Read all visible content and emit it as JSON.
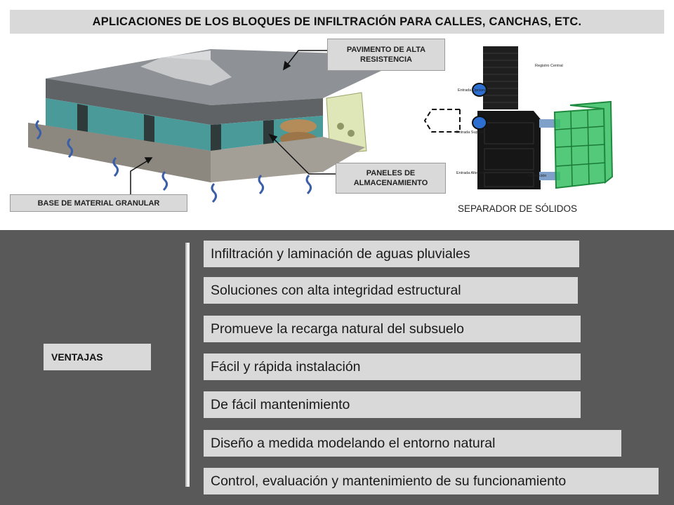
{
  "title": "APLICACIONES DE LOS BLOQUES DE INFILTRACIÓN PARA CALLES, CANCHAS, ETC.",
  "callouts": {
    "pavimento": "PAVIMENTO DE ALTA RESISTENCIA",
    "paneles": "PANELES DE ALMACENAMIENTO",
    "base": "BASE DE MATERIAL GRANULAR"
  },
  "separator_caption": "SEPARADOR DE SÓLIDOS",
  "separator_labels": {
    "registro": "Registro Central",
    "entrada_opcional": "Entrada Opcional",
    "entrada_superior": "Entrada Superior",
    "entrada_alternativa": "Entrada Alternativa",
    "inspeccion": "Inspección"
  },
  "ventajas_label": "VENTAJAS",
  "advantages": [
    "Infiltración y laminación de aguas pluviales",
    "Soluciones con alta integridad estructural",
    "Promueve la recarga natural del subsuelo",
    "Fácil y rápida instalación",
    "De fácil mantenimiento",
    "Diseño a medida modelando el entorno natural",
    "Control, evaluación y mantenimiento de su funcionamiento"
  ],
  "colors": {
    "panel_bg": "#595959",
    "box_bg": "#d9d9d9",
    "green_cells": "#2fb35a",
    "teal_layer": "#4a9a9a",
    "water_arrow": "#3a5fa8"
  }
}
